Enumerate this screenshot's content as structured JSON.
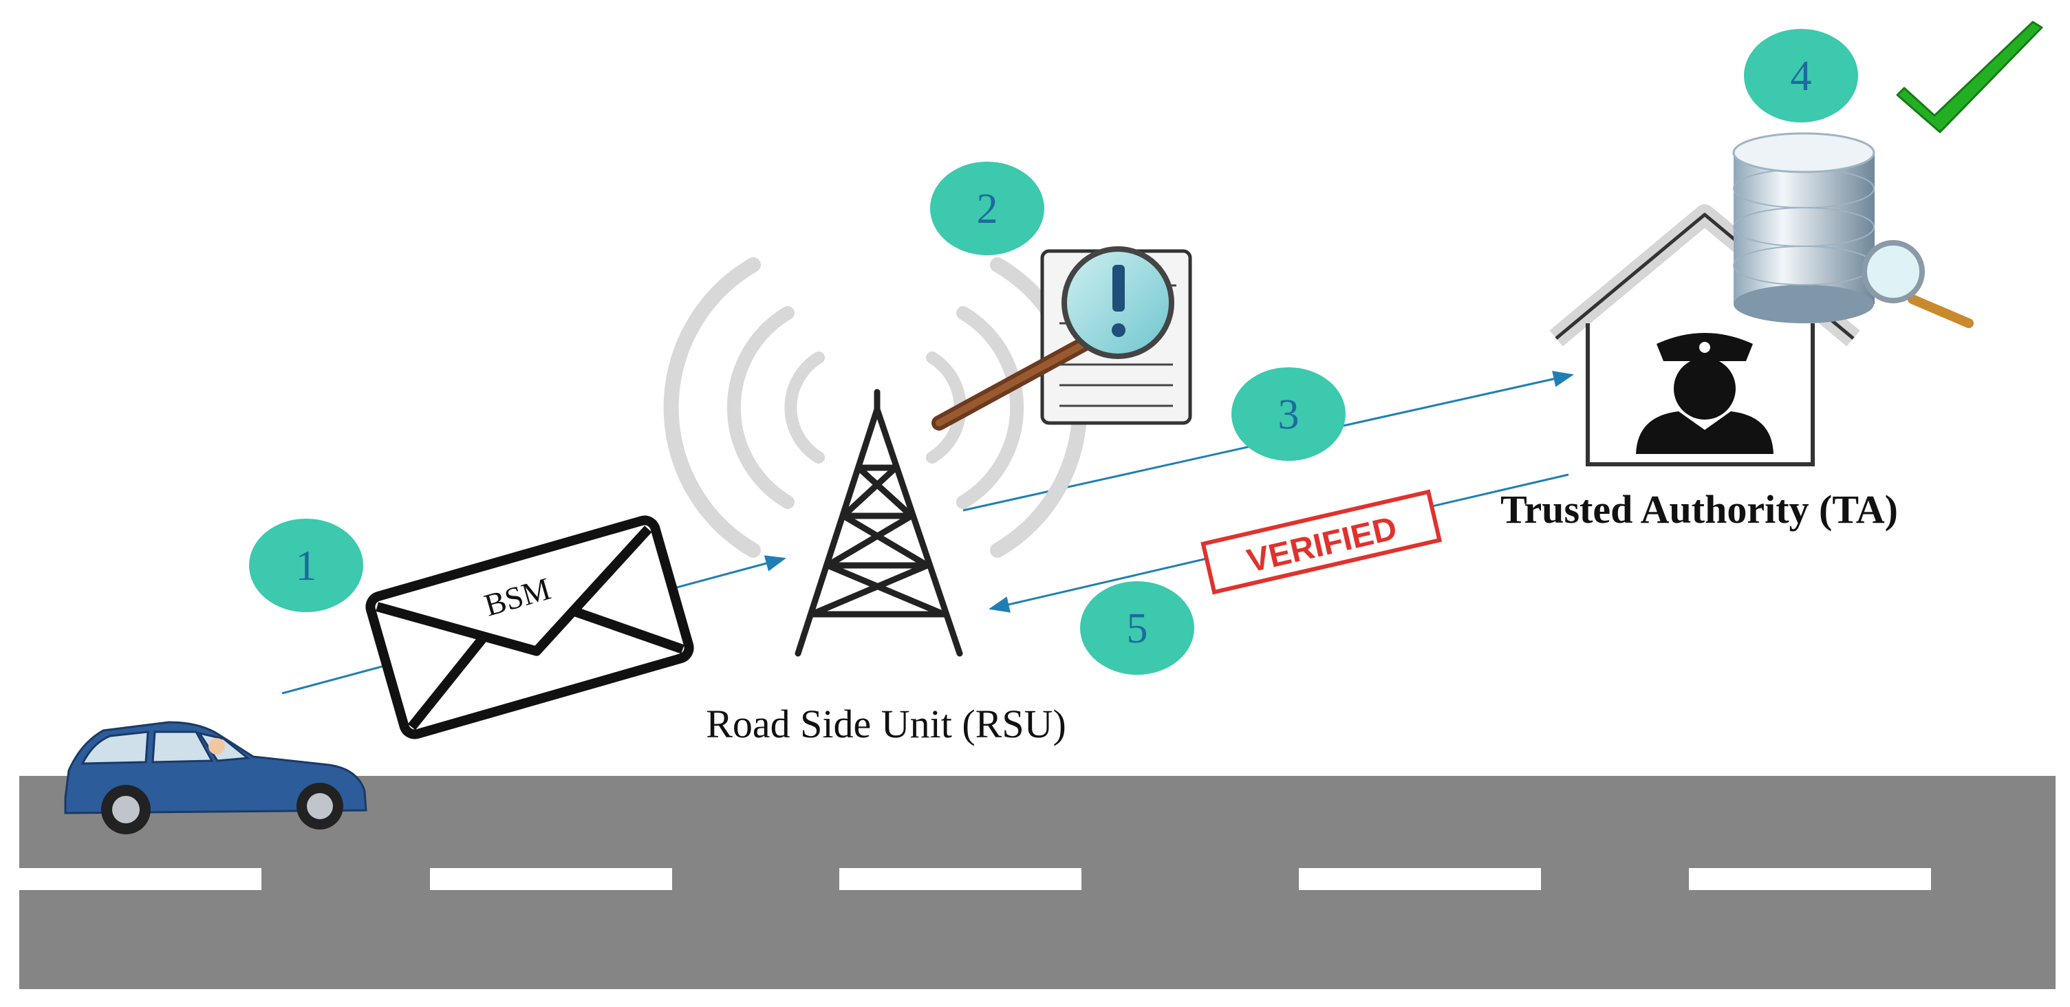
{
  "steps": [
    {
      "number": "1"
    },
    {
      "number": "2"
    },
    {
      "number": "3"
    },
    {
      "number": "4"
    },
    {
      "number": "5"
    }
  ],
  "labels": {
    "envelope": "BSM",
    "rsu": "Road Side Unit (RSU)",
    "ta": "Trusted Authority (TA)",
    "stamp": "VERIFIED"
  },
  "colors": {
    "step_circle": "#3cc9ad",
    "step_text": "#1d6aa0",
    "arrow": "#1f7fb4",
    "road": "#858585",
    "lane_mark": "#ffffff",
    "stamp": "#e0322d",
    "check": "#22b022",
    "car_body": "#2d5c9a",
    "tower": "#222222",
    "signal_wave": "#d8d8d8"
  },
  "icons": [
    "car-icon",
    "envelope-icon",
    "tower-icon",
    "magnifier-document-icon",
    "house-officer-icon",
    "database-icon",
    "checkmark-icon",
    "verified-stamp-icon"
  ]
}
